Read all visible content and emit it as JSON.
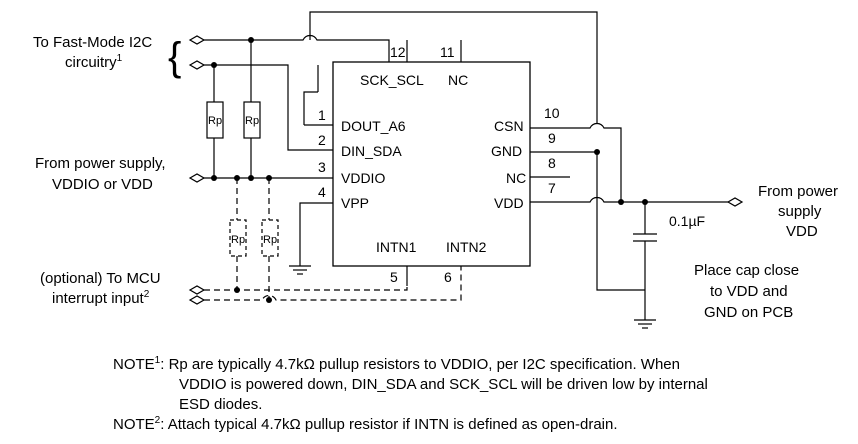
{
  "left_labels": {
    "i2c_line1": "To Fast-Mode I2C",
    "i2c_line2": "circuitry",
    "i2c_sup": "1",
    "power_line1": "From power supply,",
    "power_line2": "VDDIO or VDD",
    "mcu_line1": "(optional) To MCU",
    "mcu_line2": "interrupt input",
    "mcu_sup": "2"
  },
  "pins": {
    "p12": {
      "num": "12",
      "name": "SCK_SCL"
    },
    "p11": {
      "num": "11",
      "name": "NC"
    },
    "p1": {
      "num": "1",
      "name": "DOUT_A6"
    },
    "p2": {
      "num": "2",
      "name": "DIN_SDA"
    },
    "p3": {
      "num": "3",
      "name": "VDDIO"
    },
    "p4": {
      "num": "4",
      "name": "VPP"
    },
    "p10": {
      "num": "10",
      "name": "CSN"
    },
    "p9": {
      "num": "9",
      "name": "GND"
    },
    "p8": {
      "num": "8",
      "name": "NC"
    },
    "p7": {
      "num": "7",
      "name": "VDD"
    },
    "p5": {
      "num": "5",
      "name": "INTN1"
    },
    "p6": {
      "num": "6",
      "name": "INTN2"
    }
  },
  "resistor_label": "Rp",
  "capacitor_label": "0.1µF",
  "right_labels": {
    "power_line1": "From power",
    "power_line2": "supply",
    "power_line3": "VDD",
    "cap_line1": "Place cap close",
    "cap_line2": "to VDD and",
    "cap_line3": "GND on PCB"
  },
  "notes": {
    "n1_prefix": "NOTE",
    "n1_sup": "1",
    "n1_line1": ": Rp are typically 4.7kΩ pullup resistors to VDDIO, per I2C specification. When",
    "n1_line2": "VDDIO is powered down, DIN_SDA and SCK_SCL will be driven low by internal",
    "n1_line3": "ESD diodes.",
    "n2_prefix": "NOTE",
    "n2_sup": "2",
    "n2_line1": ": Attach typical 4.7kΩ pullup resistor if INTN is defined as open-drain."
  }
}
